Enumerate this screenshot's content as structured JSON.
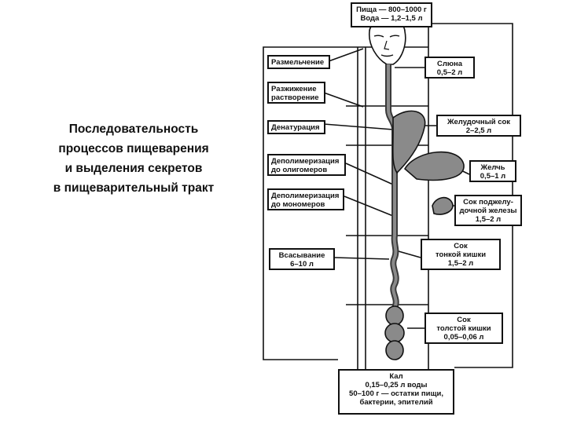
{
  "caption": {
    "lines": [
      "Последовательность",
      "процессов пищеварения",
      "и выделения секретов",
      "в пищеварительный тракт"
    ]
  },
  "diagram": {
    "intake": {
      "line1": "Пища — 800–1000 г",
      "line2": "Вода — 1,2–1,5 л"
    },
    "processes": [
      {
        "lines": [
          "Размельчение"
        ]
      },
      {
        "lines": [
          "Разжижение",
          "растворение"
        ]
      },
      {
        "lines": [
          "Денатурация"
        ]
      },
      {
        "lines": [
          "Деполимеризация",
          "до олигомеров"
        ]
      },
      {
        "lines": [
          "Деполимеризация",
          "до мономеров"
        ]
      },
      {
        "lines": [
          "Всасывание",
          "6–10 л"
        ]
      }
    ],
    "secretions": [
      {
        "lines": [
          "Слюна",
          "0,5–2 л"
        ]
      },
      {
        "lines": [
          "Желудочный сок",
          "2–2,5 л"
        ]
      },
      {
        "lines": [
          "Желчь",
          "0,5–1 л"
        ]
      },
      {
        "lines": [
          "Сок поджелу-",
          "дочной железы",
          "1,5–2 л"
        ]
      },
      {
        "lines": [
          "Сок",
          "тонкой кишки",
          "1,5–2 л"
        ]
      },
      {
        "lines": [
          "Сок",
          "толстой кишки",
          "0,05–0,06 л"
        ]
      }
    ],
    "output": {
      "lines": [
        "Кал",
        "0,15–0,25 л воды",
        "50–100 г — остатки пищи,",
        "бактерии, эпителий"
      ]
    },
    "colors": {
      "ink": "#111111",
      "paper": "#ffffff",
      "organ_fill": "#8a8a8a",
      "organ_dark": "#3a3a3a"
    }
  }
}
